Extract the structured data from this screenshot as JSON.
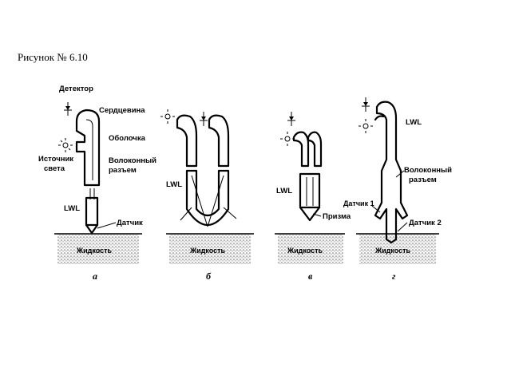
{
  "caption": "Рисунок № 6.10",
  "labels": {
    "detector": "Детектор",
    "core": "Сердцевина",
    "cladding": "Оболочка",
    "source": "Источник",
    "source2": "света",
    "connector": "Волоконный",
    "connector2": "разъем",
    "lwl": "LWL",
    "sensor": "Датчик",
    "liquid": "Жидкость",
    "prism": "Призма",
    "sensor1": "Датчик 1",
    "sensor2": "Датчик 2"
  },
  "panels": [
    "а",
    "б",
    "в",
    "г"
  ]
}
